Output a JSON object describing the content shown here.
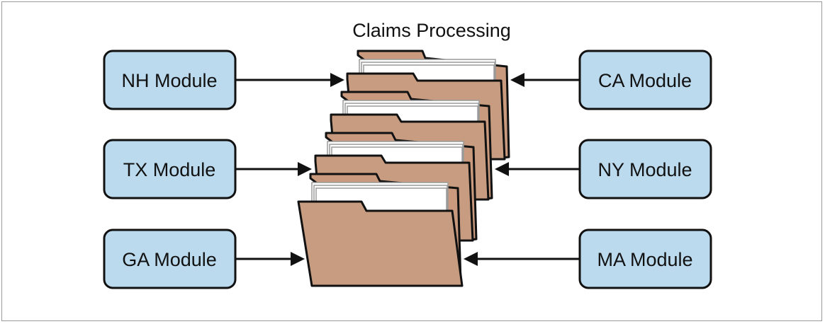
{
  "diagram": {
    "title": "Claims Processing",
    "left_modules": [
      {
        "label": "NH Module"
      },
      {
        "label": "TX Module"
      },
      {
        "label": "GA Module"
      }
    ],
    "right_modules": [
      {
        "label": "CA Module"
      },
      {
        "label": "NY Module"
      },
      {
        "label": "MA Module"
      }
    ],
    "colors": {
      "module_fill": "#bcdaee",
      "folder": "#c79c80",
      "folder_dark": "#ad7a5c",
      "stroke": "#111111"
    }
  }
}
